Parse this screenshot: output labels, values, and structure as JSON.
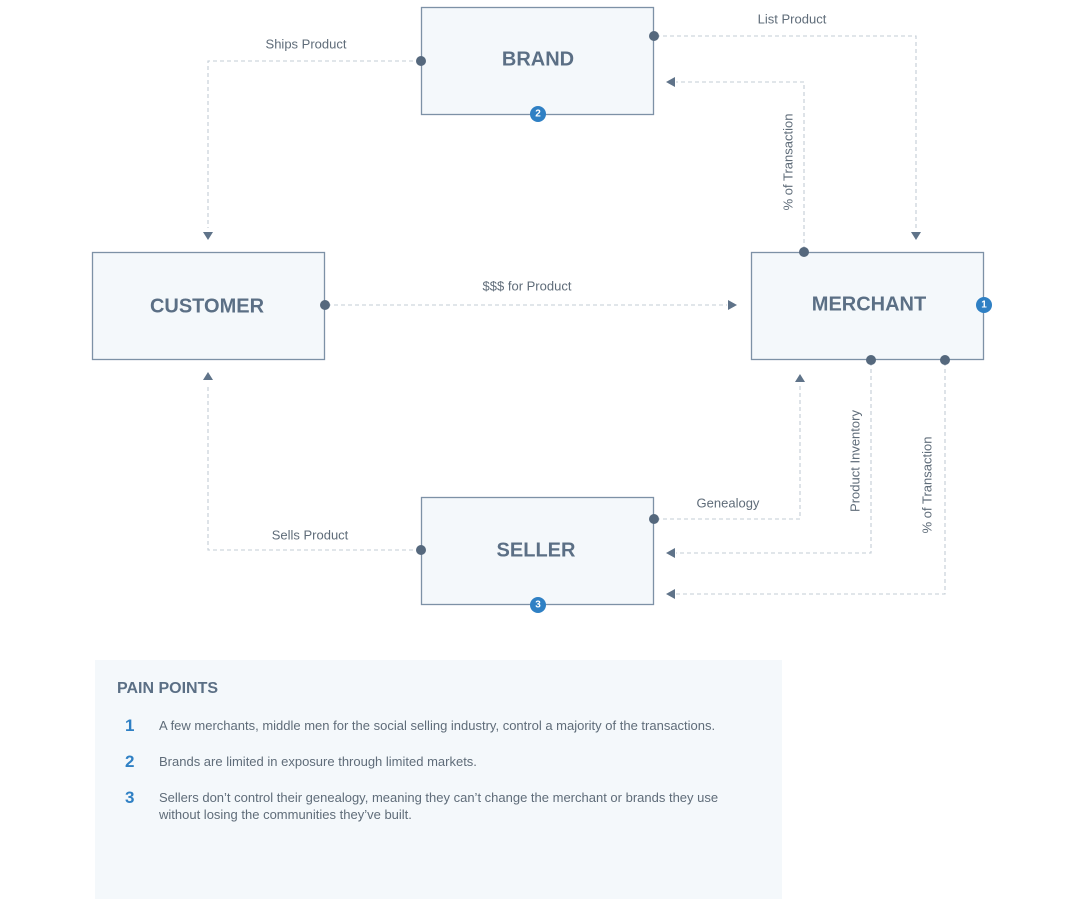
{
  "nodes": {
    "brand": "BRAND",
    "customer": "CUSTOMER",
    "merchant": "MERCHANT",
    "seller": "SELLER"
  },
  "edges": {
    "ships_product": "Ships Product",
    "list_product": "List Product",
    "pct_transaction_merchant_to_brand": "% of Transaction",
    "money_for_product": "$$$ for Product",
    "product_inventory": "Product Inventory",
    "pct_transaction_merchant_to_seller": "% of Transaction",
    "genealogy": "Genealogy",
    "sells_product": "Sells Product"
  },
  "badges": {
    "merchant": "1",
    "brand": "2",
    "seller": "3"
  },
  "pain_points": {
    "title": "PAIN POINTS",
    "items": [
      {
        "number": "1",
        "text": "A few merchants, middle men for the social selling industry, control a majority of the transactions."
      },
      {
        "number": "2",
        "text": "Brands are limited in exposure through limited markets."
      },
      {
        "number": "3",
        "text": "Sellers don’t control their genealogy, meaning they can’t change the merchant or brands they use without losing the communities they’ve built."
      }
    ]
  },
  "colors": {
    "accent": "#2f80c4",
    "node_text": "#5b6f85",
    "node_border": "#7d91a6",
    "panel_background": "#f4f8fb"
  }
}
